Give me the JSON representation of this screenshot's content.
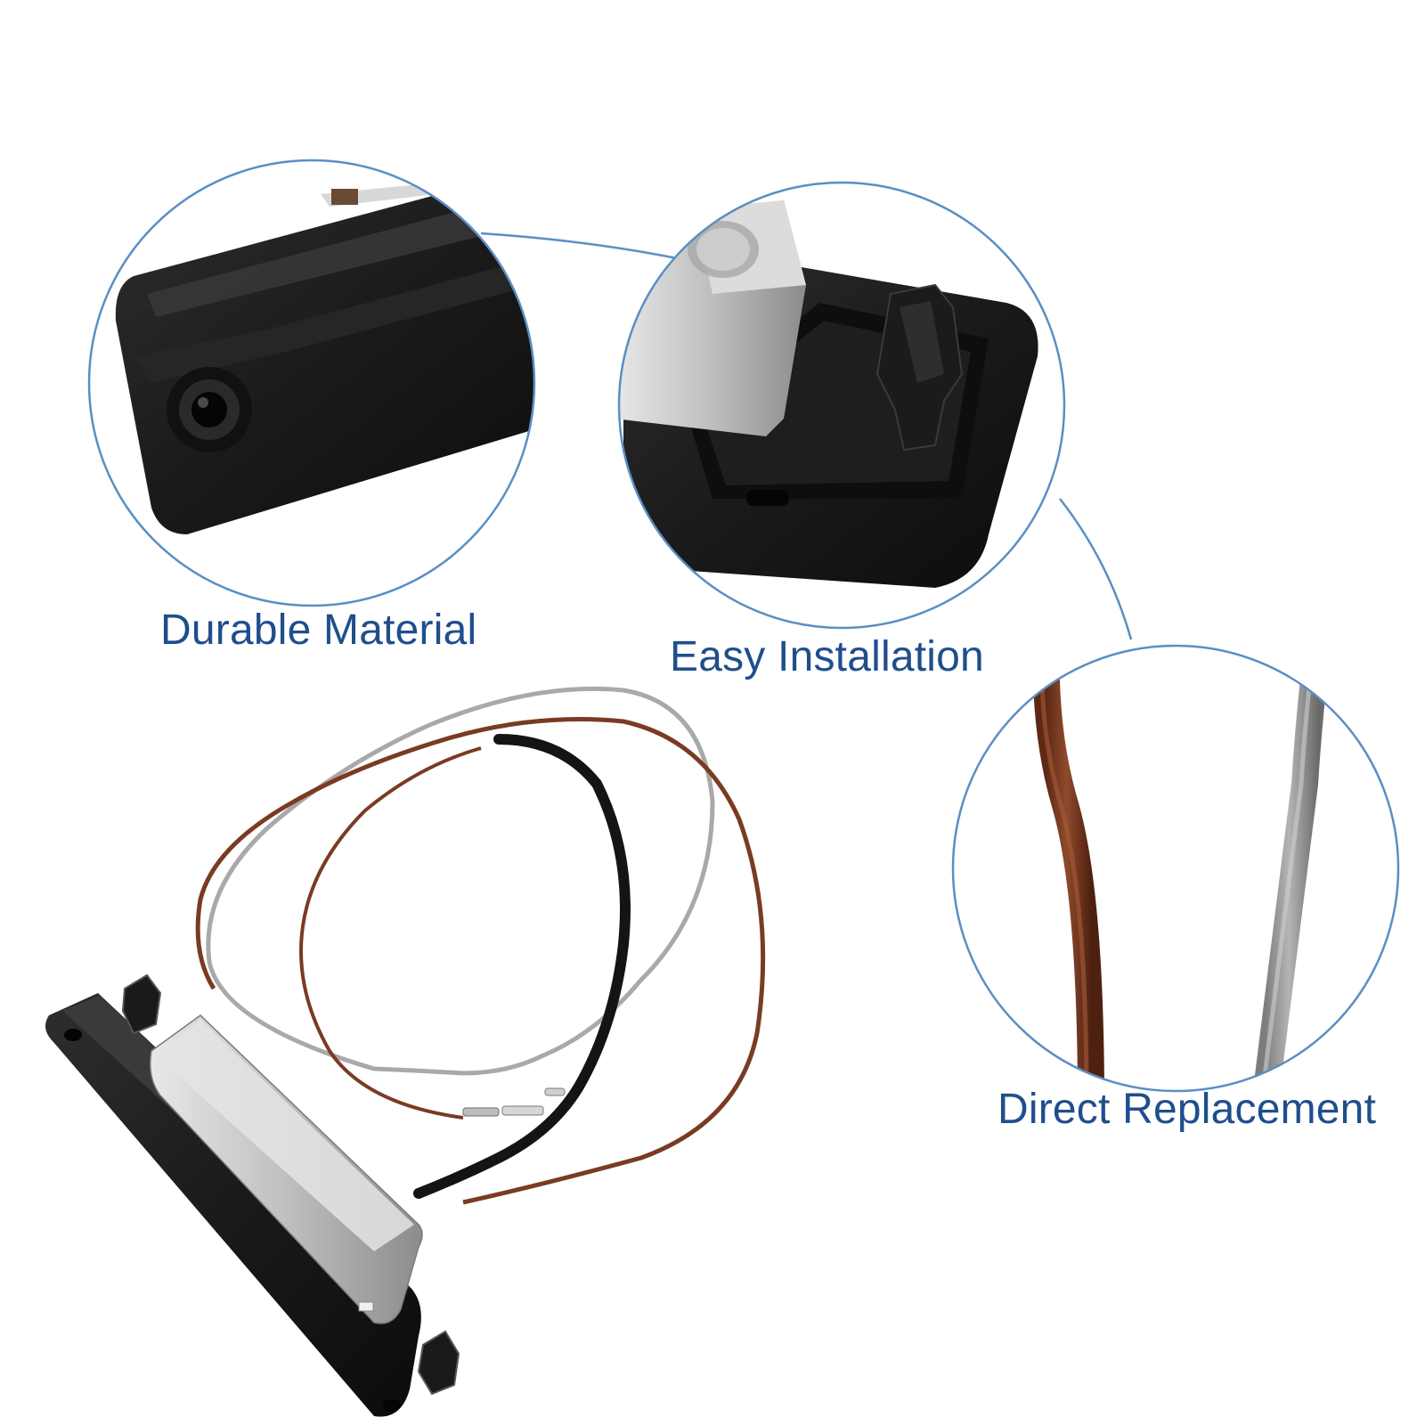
{
  "features": [
    {
      "label": "Durable Material"
    },
    {
      "label": "Easy Installation"
    },
    {
      "label": "Direct Replacement"
    }
  ],
  "colors": {
    "background": "#ffffff",
    "label_text": "#1f4e8c",
    "callout_outline": "#5a8fc4",
    "housing_black": "#1c1c1c",
    "lens_clear": "#c9c9c9",
    "wire_brown": "#7a3b22",
    "wire_gray": "#a3a3a3",
    "wire_black": "#141414"
  }
}
